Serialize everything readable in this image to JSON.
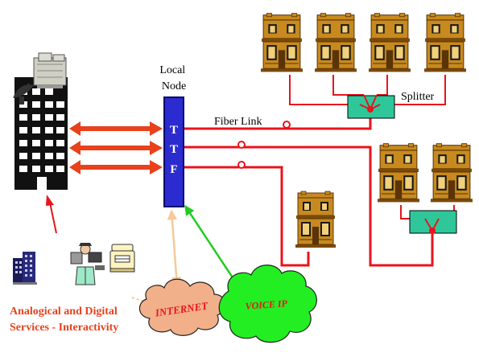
{
  "labels": {
    "local_node": "Local\nNode",
    "fiber_link": "Fiber Link",
    "splitter": "Splitter",
    "ttf": [
      "T",
      "T",
      "F"
    ],
    "services_line1": "Analogical and Digital",
    "services_line2": "Services - Interactivity",
    "internet": "INTERNET",
    "voice_ip": "VOICE IP"
  },
  "colors": {
    "fiber": "#e8141c",
    "node": "#2b2bd0",
    "node_edge": "#0a0a6a",
    "splitter": "#2fc79a",
    "house_body": "#c88a1e",
    "house_trim": "#7a4a0a",
    "internet_cloud": "#f2b08a",
    "internet_text": "#e8141c",
    "voip_cloud": "#22ee22",
    "voip_text": "#e8141c",
    "internet_link": "#f5c99a",
    "voip_link": "#22cc22",
    "services_text": "#e8411c"
  },
  "icons": {
    "building": "office-building-icon",
    "satellite": "satellite-dish-icon",
    "small_building": "small-building-icon",
    "person": "person-at-computer-icon",
    "printer": "printer-icon",
    "house": "house-icon"
  }
}
